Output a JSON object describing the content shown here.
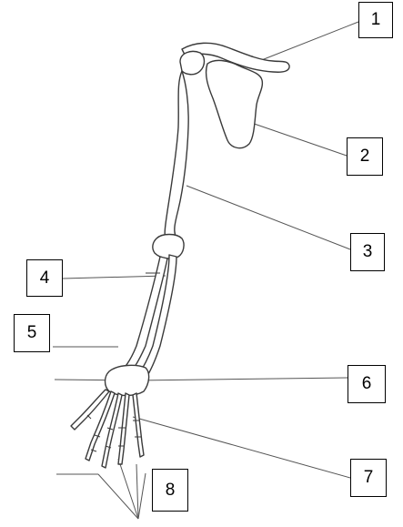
{
  "labels": {
    "l1": "1",
    "l2": "2",
    "l3": "3",
    "l4": "4",
    "l5": "5",
    "l6": "6",
    "l7": "7",
    "l8": "8"
  },
  "colors": {
    "bone_stroke": "#3a3a3a",
    "bone_fill": "#ffffff",
    "leader_line": "#555555",
    "box_border": "#000000"
  }
}
